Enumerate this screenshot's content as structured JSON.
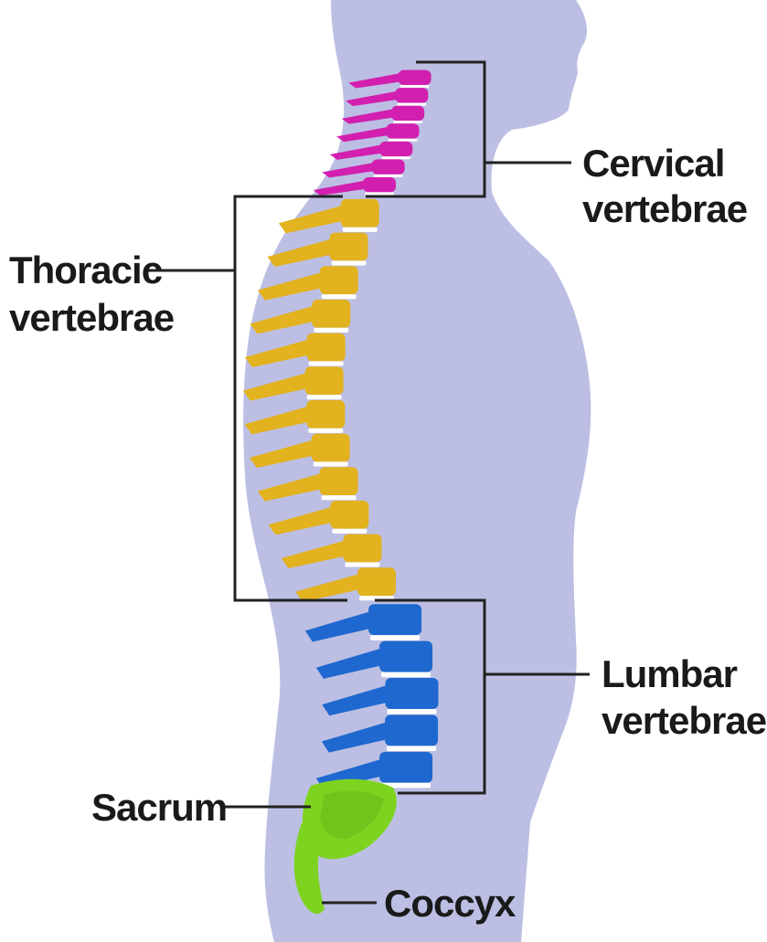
{
  "labels": {
    "cervical": {
      "line1": "Cervical",
      "line2": "vertebrae"
    },
    "thoracic": {
      "line1": "Thoracic",
      "line2": "vertebrae"
    },
    "lumbar": {
      "line1": "Lumbar",
      "line2": "vertebrae"
    },
    "sacrum": "Sacrum",
    "coccyx": "Coccyx"
  },
  "colors": {
    "body": "#bcbfe3",
    "cervical": "#d21fb0",
    "thoracic": "#e2b21f",
    "lumbar": "#1f68cf",
    "sacrum": "#7ed321",
    "disc": "#ffffff",
    "leader": "#222222"
  },
  "counts": {
    "cervical": 7,
    "thoracic": 12,
    "lumbar": 5
  }
}
